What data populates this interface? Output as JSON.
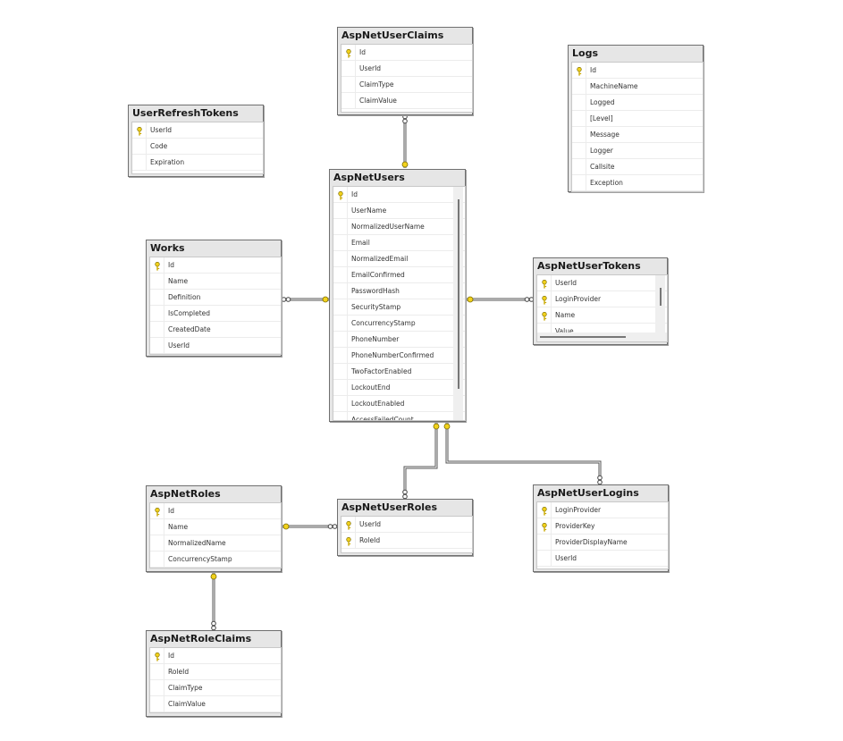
{
  "tables": [
    {
      "id": "aspnetuserclaims",
      "title": "AspNetUserClaims",
      "columns": [
        {
          "name": "Id",
          "pk": true
        },
        {
          "name": "UserId",
          "pk": false
        },
        {
          "name": "ClaimType",
          "pk": false
        },
        {
          "name": "ClaimValue",
          "pk": false
        }
      ]
    },
    {
      "id": "logs",
      "title": "Logs",
      "columns": [
        {
          "name": "Id",
          "pk": true
        },
        {
          "name": "MachineName",
          "pk": false
        },
        {
          "name": "Logged",
          "pk": false
        },
        {
          "name": "[Level]",
          "pk": false
        },
        {
          "name": "Message",
          "pk": false
        },
        {
          "name": "Logger",
          "pk": false
        },
        {
          "name": "Callsite",
          "pk": false
        },
        {
          "name": "Exception",
          "pk": false
        }
      ]
    },
    {
      "id": "userrefreshtokens",
      "title": "UserRefreshTokens",
      "columns": [
        {
          "name": "UserId",
          "pk": true
        },
        {
          "name": "Code",
          "pk": false
        },
        {
          "name": "Expiration",
          "pk": false
        }
      ]
    },
    {
      "id": "aspnetusers",
      "title": "AspNetUsers",
      "columns": [
        {
          "name": "Id",
          "pk": true
        },
        {
          "name": "UserName",
          "pk": false
        },
        {
          "name": "NormalizedUserName",
          "pk": false
        },
        {
          "name": "Email",
          "pk": false
        },
        {
          "name": "NormalizedEmail",
          "pk": false
        },
        {
          "name": "EmailConfirmed",
          "pk": false
        },
        {
          "name": "PasswordHash",
          "pk": false
        },
        {
          "name": "SecurityStamp",
          "pk": false
        },
        {
          "name": "ConcurrencyStamp",
          "pk": false
        },
        {
          "name": "PhoneNumber",
          "pk": false
        },
        {
          "name": "PhoneNumberConfirmed",
          "pk": false
        },
        {
          "name": "TwoFactorEnabled",
          "pk": false
        },
        {
          "name": "LockoutEnd",
          "pk": false
        },
        {
          "name": "LockoutEnabled",
          "pk": false
        },
        {
          "name": "AccessFailedCount",
          "pk": false
        }
      ]
    },
    {
      "id": "works",
      "title": "Works",
      "columns": [
        {
          "name": "Id",
          "pk": true
        },
        {
          "name": "Name",
          "pk": false
        },
        {
          "name": "Definition",
          "pk": false
        },
        {
          "name": "IsCompleted",
          "pk": false
        },
        {
          "name": "CreatedDate",
          "pk": false
        },
        {
          "name": "UserId",
          "pk": false
        }
      ]
    },
    {
      "id": "aspnetusertokens",
      "title": "AspNetUserTokens",
      "columns": [
        {
          "name": "UserId",
          "pk": true
        },
        {
          "name": "LoginProvider",
          "pk": true
        },
        {
          "name": "Name",
          "pk": true
        },
        {
          "name": "Value",
          "pk": false
        }
      ]
    },
    {
      "id": "aspnetroles",
      "title": "AspNetRoles",
      "columns": [
        {
          "name": "Id",
          "pk": true
        },
        {
          "name": "Name",
          "pk": false
        },
        {
          "name": "NormalizedName",
          "pk": false
        },
        {
          "name": "ConcurrencyStamp",
          "pk": false
        }
      ]
    },
    {
      "id": "aspnetuserroles",
      "title": "AspNetUserRoles",
      "columns": [
        {
          "name": "UserId",
          "pk": true
        },
        {
          "name": "RoleId",
          "pk": true
        }
      ]
    },
    {
      "id": "aspnetuserlogins",
      "title": "AspNetUserLogins",
      "columns": [
        {
          "name": "LoginProvider",
          "pk": true
        },
        {
          "name": "ProviderKey",
          "pk": true
        },
        {
          "name": "ProviderDisplayName",
          "pk": false
        },
        {
          "name": "UserId",
          "pk": false
        }
      ]
    },
    {
      "id": "aspnetroleclaims",
      "title": "AspNetRoleClaims",
      "columns": [
        {
          "name": "Id",
          "pk": true
        },
        {
          "name": "RoleId",
          "pk": false
        },
        {
          "name": "ClaimType",
          "pk": false
        },
        {
          "name": "ClaimValue",
          "pk": false
        }
      ]
    }
  ],
  "relationships": [
    {
      "from": "aspnetuserclaims",
      "to": "aspnetusers",
      "key_end": "aspnetusers",
      "many_end": "aspnetuserclaims"
    },
    {
      "from": "works",
      "to": "aspnetusers",
      "key_end": "aspnetusers",
      "many_end": "works"
    },
    {
      "from": "aspnetusertokens",
      "to": "aspnetusers",
      "key_end": "aspnetusers",
      "many_end": "aspnetusertokens"
    },
    {
      "from": "aspnetuserroles",
      "to": "aspnetusers",
      "key_end": "aspnetusers",
      "many_end": "aspnetuserroles"
    },
    {
      "from": "aspnetuserlogins",
      "to": "aspnetusers",
      "key_end": "aspnetusers",
      "many_end": "aspnetuserlogins"
    },
    {
      "from": "aspnetuserroles",
      "to": "aspnetroles",
      "key_end": "aspnetroles",
      "many_end": "aspnetuserroles"
    },
    {
      "from": "aspnetroleclaims",
      "to": "aspnetroles",
      "key_end": "aspnetroles",
      "many_end": "aspnetroleclaims"
    }
  ],
  "colors": {
    "key_icon": "#f2d21c",
    "link": "#555555",
    "table_bg": "#e6e6e6",
    "border": "#6f6f6f"
  }
}
